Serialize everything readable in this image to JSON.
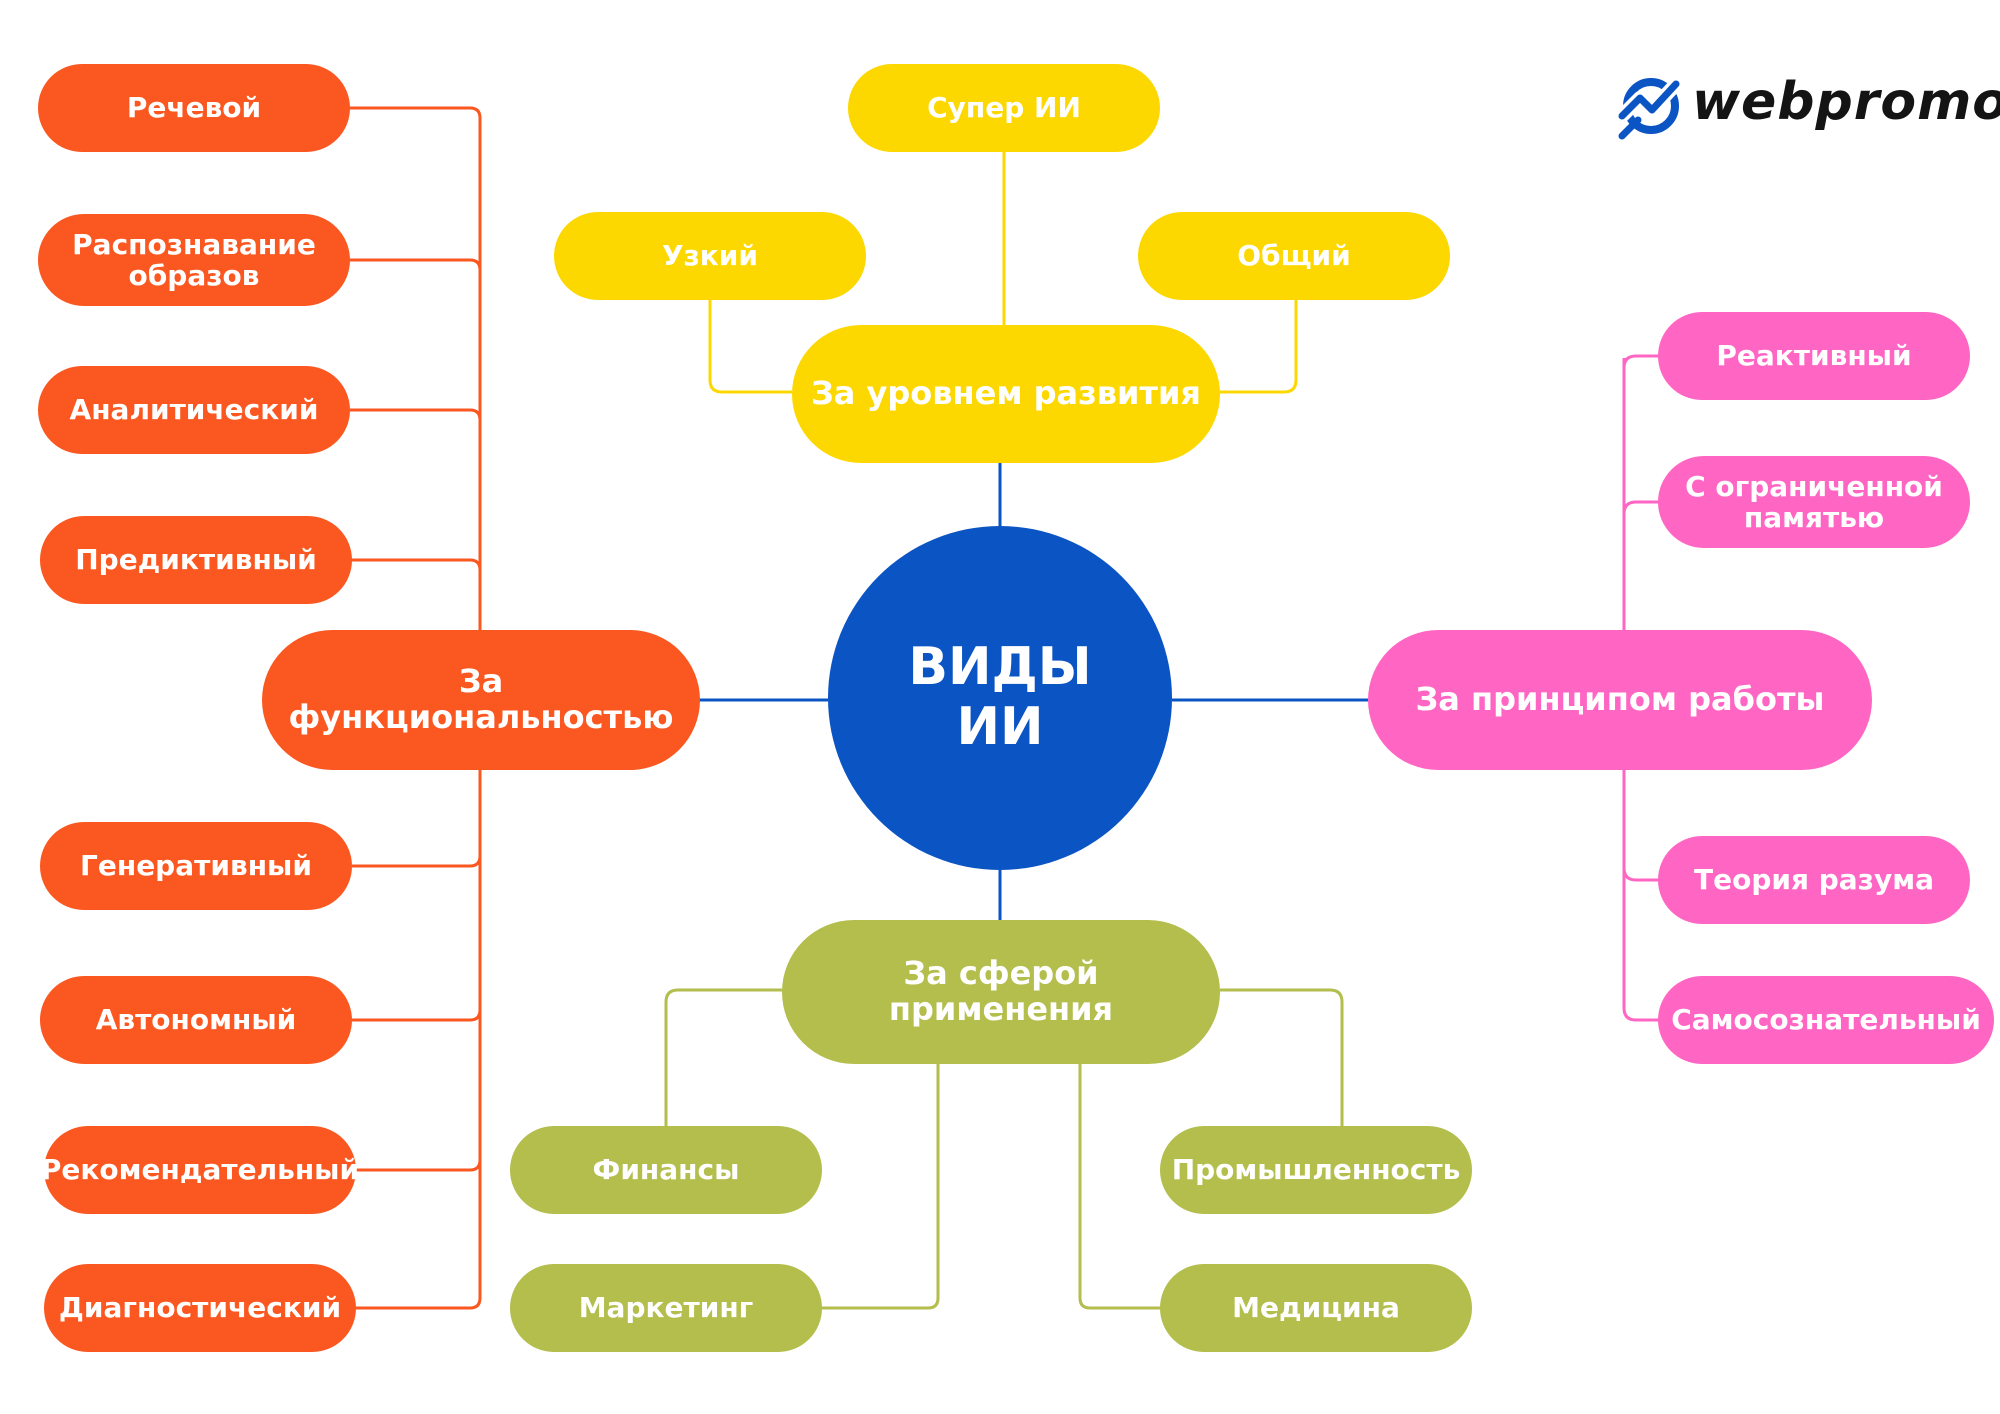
{
  "colors": {
    "center": "#0B54C3",
    "functionality": "#FB5720",
    "development": "#FDD800",
    "principle": "#FF66C4",
    "application": "#B3BE4C",
    "connector_center": "#0B54C3",
    "logo": "#0B54C3"
  },
  "logo": {
    "icon": "webpromo-logo-icon",
    "text": "webpromo"
  },
  "center": {
    "label": "ВИДЫ\nИИ"
  },
  "development": {
    "label": "За уровнем развития",
    "top": "Супер ИИ",
    "left": "Узкий",
    "right": "Общий"
  },
  "functionality": {
    "label": "За функциональностью",
    "items": [
      "Речевой",
      "Распознавание\nобразов",
      "Аналитический",
      "Предиктивный",
      "Генеративный",
      "Автономный",
      "Рекомендательный",
      "Диагностический"
    ]
  },
  "principle": {
    "label": "За принципом работы",
    "items": [
      "Реактивный",
      "С ограниченной\nпамятью",
      "Теория разума",
      "Самосознательный"
    ]
  },
  "application": {
    "label": "За сферой применения",
    "items": [
      "Финансы",
      "Маркетинг",
      "Промышленность",
      "Медицина"
    ]
  }
}
